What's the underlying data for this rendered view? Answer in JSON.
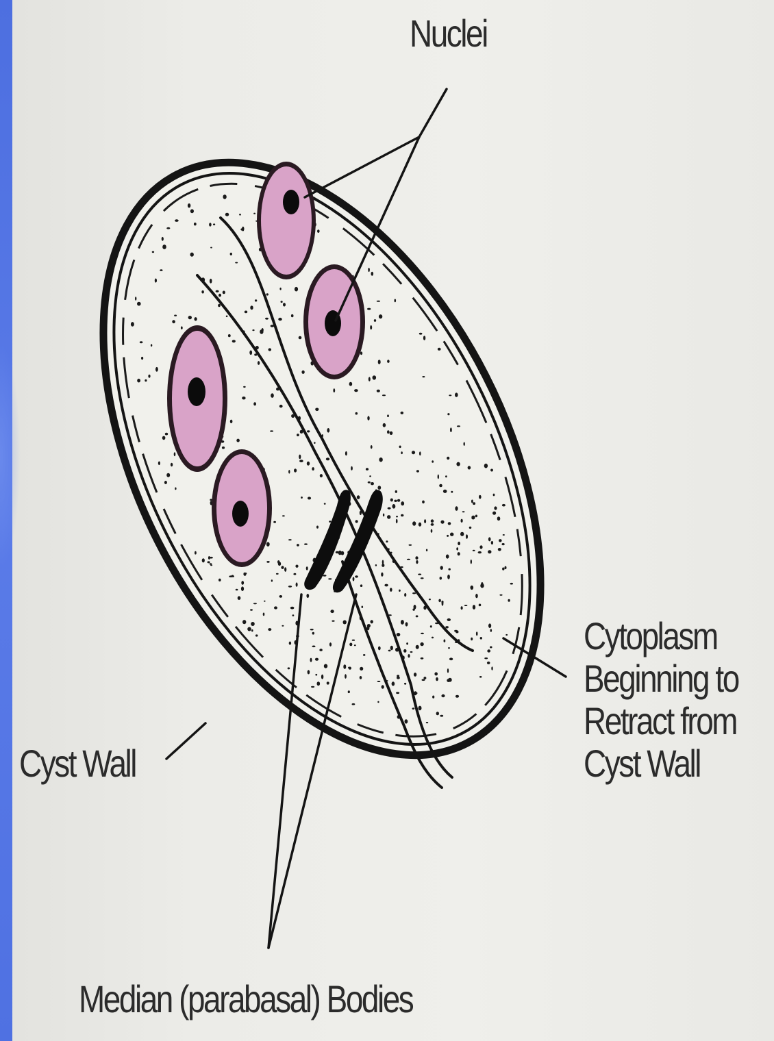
{
  "labels": {
    "nuclei": "Nuclei",
    "cytoplasm": [
      "Cytoplasm",
      "Beginning to",
      "Retract from",
      "Cyst Wall"
    ],
    "cyst_wall": "Cyst Wall",
    "median_bodies": "Median (parabasal) Bodies"
  },
  "colors": {
    "nucleus_fill": "#d9a3c8",
    "nucleus_ring": "#2a1a22",
    "ink": "#141414",
    "accent_bar": "#4d6fe0"
  }
}
